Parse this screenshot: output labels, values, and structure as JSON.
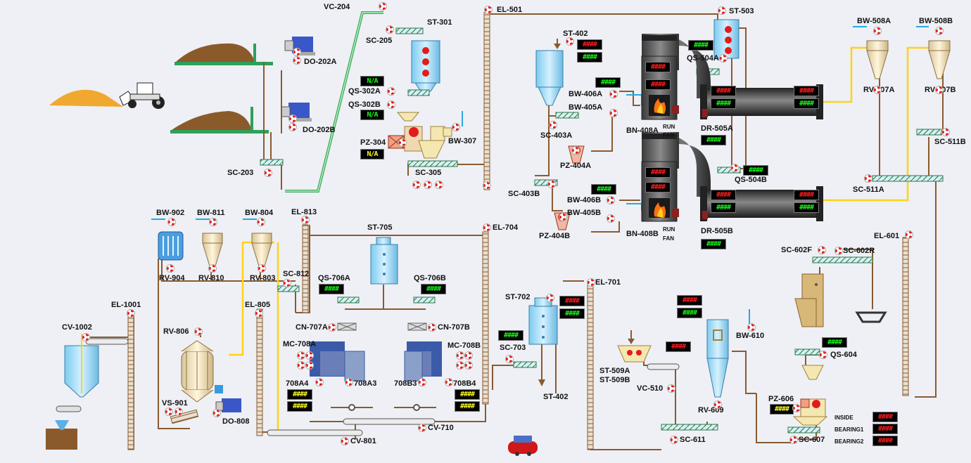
{
  "equipment": {
    "vc204": "VC-204",
    "el501": "EL-501",
    "st503": "ST-503",
    "bw508a": "BW-508A",
    "bw508b": "BW-508B",
    "st301": "ST-301",
    "sc205": "SC-205",
    "st402top": "ST-402",
    "do202a": "DO-202A",
    "do202b": "DO-202B",
    "qs302a": "QS-302A",
    "qs302b": "QS-302B",
    "qs504a": "QS-504A",
    "rv507a": "RV-507A",
    "rv507b": "RV-507B",
    "bw406a": "BW-406A",
    "bw405a": "BW-405A",
    "sc403a": "SC-403A",
    "bn408a": "BN-408A",
    "dr505a": "DR-505A",
    "bw307": "BW-307",
    "pz304": "PZ-304",
    "sc203": "SC-203",
    "sc305": "SC-305",
    "pz404a": "PZ-404A",
    "sc403b": "SC-403B",
    "qs504b": "QS-504B",
    "sc511b": "SC-511B",
    "sc511a": "SC-511A",
    "bw406b": "BW-406B",
    "bw405b": "BW-405B",
    "bn408b": "BN-408B",
    "dr505b": "DR-505B",
    "pz404b": "PZ-404B",
    "bw902": "BW-902",
    "bw811": "BW-811",
    "bw804": "BW-804",
    "el813": "EL-813",
    "st705": "ST-705",
    "el704": "EL-704",
    "el601": "EL-601",
    "sc602f": "SC-602F",
    "sc602r": "SC-602R",
    "rv904": "RV-904",
    "rv810": "RV-810",
    "rv803": "RV-803",
    "sc812": "SC-812",
    "qs706a": "QS-706A",
    "qs706b": "QS-706B",
    "el805": "EL-805",
    "el701": "EL-701",
    "st702": "ST-702",
    "el1001": "EL-1001",
    "cv1002": "CV-1002",
    "rv806": "RV-806",
    "cn707a": "CN-707A",
    "cn707b": "CN-707B",
    "mc708a": "MC-708A",
    "mc708b": "MC-708B",
    "sc703": "SC-703",
    "bw610": "BW-610",
    "qs604": "QS-604",
    "a708a4": "708A4",
    "a708a3": "708A3",
    "a708b3": "708B3",
    "a708b4": "708B4",
    "st402bot": "ST-402",
    "st509a": "ST-509A",
    "st509b": "ST-509B",
    "vc510": "VC-510",
    "rv609": "RV-609",
    "pz606": "PZ-606",
    "vs901": "VS-901",
    "do808": "DO-808",
    "cv710": "CV-710",
    "cv801": "CV-801",
    "sc611": "SC-611",
    "sc607": "SC-607"
  },
  "status": {
    "run_a": "RUN",
    "fan_a": "FAN",
    "run_b": "RUN",
    "fan_b": "FAN",
    "inside": "INSIDE",
    "bearing1": "BEARING1",
    "bearing2": "BEARING2"
  },
  "displays": {
    "hash": "####",
    "na": "N/A"
  },
  "colors": {
    "pipe": "#8a5a30",
    "conveyor_green": "#3aaa5a",
    "hot_line": "#ffd21a",
    "air": "#2aa8e0",
    "valve": "#e41b1b"
  }
}
